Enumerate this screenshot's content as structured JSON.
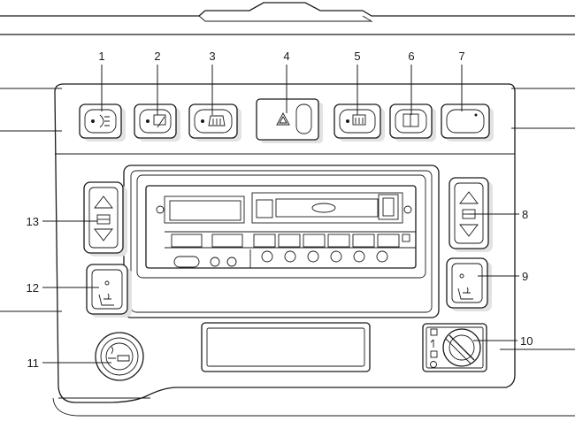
{
  "callouts": [
    {
      "id": "1",
      "target": "rear-fog-lamp-switch"
    },
    {
      "id": "2",
      "target": "rear-wiper-switch"
    },
    {
      "id": "3",
      "target": "heated-rear-window-switch"
    },
    {
      "id": "4",
      "target": "hazard-warning-switch"
    },
    {
      "id": "5",
      "target": "heated-windscreen-switch"
    },
    {
      "id": "6",
      "target": "rear-window-switch"
    },
    {
      "id": "7",
      "target": "blank-switch"
    },
    {
      "id": "8",
      "target": "right-window-switch"
    },
    {
      "id": "9",
      "target": "right-heated-seat-switch"
    },
    {
      "id": "10",
      "target": "key-switch"
    },
    {
      "id": "11",
      "target": "cigar-lighter"
    },
    {
      "id": "12",
      "target": "left-heated-seat-switch"
    },
    {
      "id": "13",
      "target": "left-window-switch"
    }
  ],
  "key_switch_icons": [
    "heater",
    "power",
    "battery",
    "lock"
  ]
}
